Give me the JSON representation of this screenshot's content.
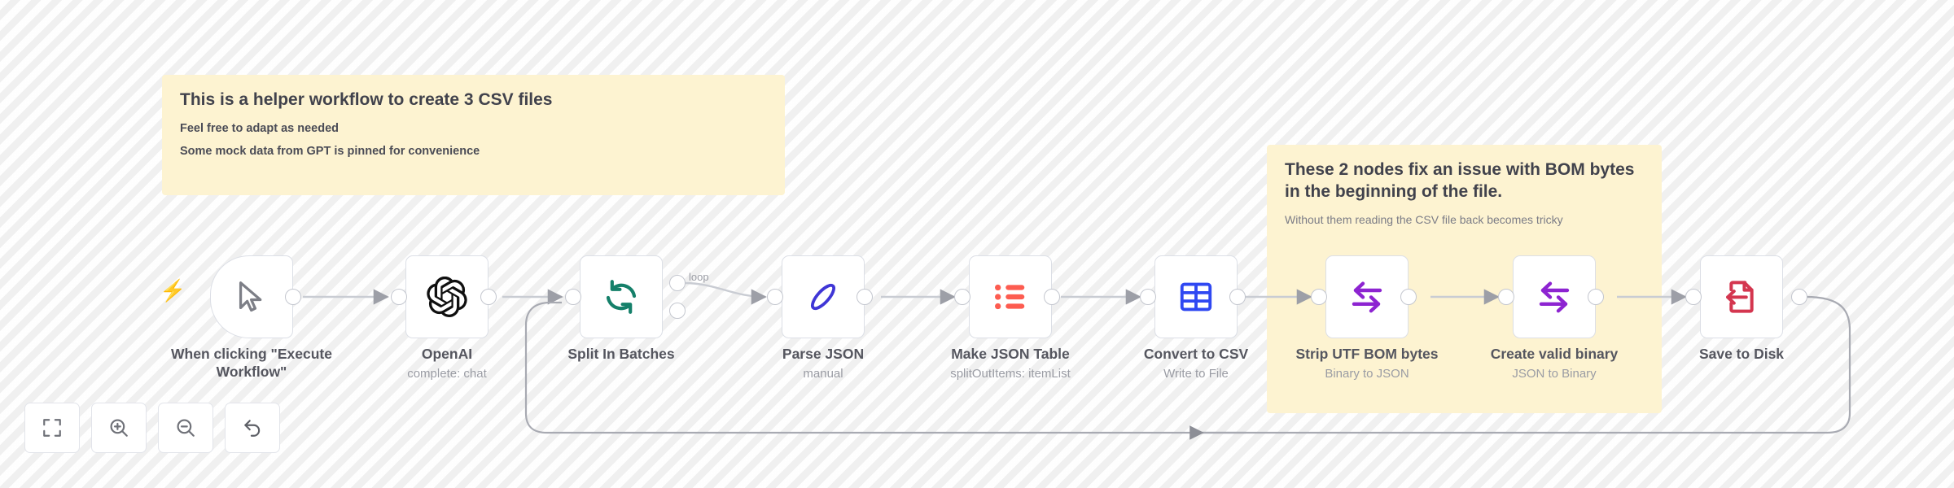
{
  "app": {
    "name": "n8n-workflow-canvas",
    "canvas_background": "#f6f6f6",
    "sticky_color": "#fdf3d1"
  },
  "sticky_notes": [
    {
      "id": "helper-workflow-note",
      "title": "This is a helper workflow to create 3 CSV files",
      "lines": [
        "Feel free to adapt as needed",
        "Some mock data from GPT is pinned for convenience"
      ]
    },
    {
      "id": "bom-bytes-note",
      "title": "These 2 nodes fix an issue with BOM bytes in the beginning of the file.",
      "subtitle": "Without them reading the CSV file back becomes tricky"
    }
  ],
  "nodes": [
    {
      "id": "manual-trigger",
      "name": "When clicking \"Execute Workflow\"",
      "subtitle": "",
      "icon": "cursor-icon",
      "icon_color": "#7d7f87"
    },
    {
      "id": "openai",
      "name": "OpenAI",
      "subtitle": "complete: chat",
      "icon": "openai-icon",
      "icon_color": "#1a1a1a"
    },
    {
      "id": "split-in-batches",
      "name": "Split In Batches",
      "subtitle": "",
      "icon": "loop-refresh-icon",
      "icon_color": "#15806a"
    },
    {
      "id": "parse-json",
      "name": "Parse JSON",
      "subtitle": "manual",
      "icon": "code-icon",
      "icon_color": "#3f36d6"
    },
    {
      "id": "make-json-table",
      "name": "Make JSON Table",
      "subtitle": "splitOutItems: itemList",
      "icon": "item-list-icon",
      "icon_color": "#fd5c50"
    },
    {
      "id": "convert-to-csv",
      "name": "Convert to CSV",
      "subtitle": "Write to File",
      "icon": "table-grid-icon",
      "icon_color": "#2f48f2"
    },
    {
      "id": "strip-utf-bom",
      "name": "Strip UTF BOM bytes",
      "subtitle": "Binary to JSON",
      "icon": "swap-arrows-icon",
      "icon_color": "#8d24d1"
    },
    {
      "id": "create-valid-binary",
      "name": "Create valid binary",
      "subtitle": "JSON to Binary",
      "icon": "swap-arrows-icon",
      "icon_color": "#8d24d1"
    },
    {
      "id": "save-to-disk",
      "name": "Save to Disk",
      "subtitle": "",
      "icon": "file-import-icon",
      "icon_color": "#d4364f"
    }
  ],
  "connections": {
    "loop_output_label": "loop"
  },
  "controls": [
    {
      "id": "zoom-to-fit",
      "icon": "fit-screen-icon"
    },
    {
      "id": "zoom-in",
      "icon": "zoom-in-icon"
    },
    {
      "id": "zoom-out",
      "icon": "zoom-out-icon"
    },
    {
      "id": "reset-zoom",
      "icon": "undo-arrow-icon"
    }
  ]
}
